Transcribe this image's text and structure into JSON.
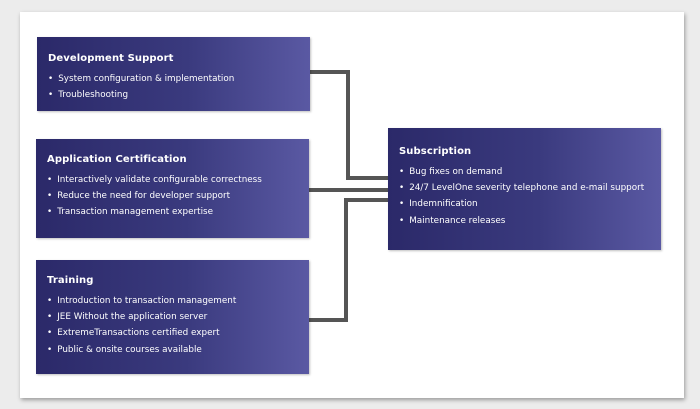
{
  "development_support": {
    "title": "Development Support",
    "items": [
      "System configuration & implementation",
      "Troubleshooting"
    ]
  },
  "application_certification": {
    "title": "Application Certification",
    "items": [
      "Interactively validate configurable correctness",
      "Reduce the need for developer support",
      "Transaction management expertise"
    ]
  },
  "training": {
    "title": "Training",
    "items": [
      "Introduction to transaction management",
      "JEE Without the application server",
      "ExtremeTransactions certified expert",
      "Public & onsite courses available"
    ]
  },
  "subscription": {
    "title": "Subscription",
    "items": [
      "Bug fixes on demand",
      "24/7 LevelOne severity telephone and e-mail support",
      "Indemnification",
      "Maintenance releases"
    ]
  },
  "colors": {
    "box_dark": "#2b2969",
    "box_light": "#5a59a3",
    "connector": "#555555",
    "text": "#ffffff"
  }
}
